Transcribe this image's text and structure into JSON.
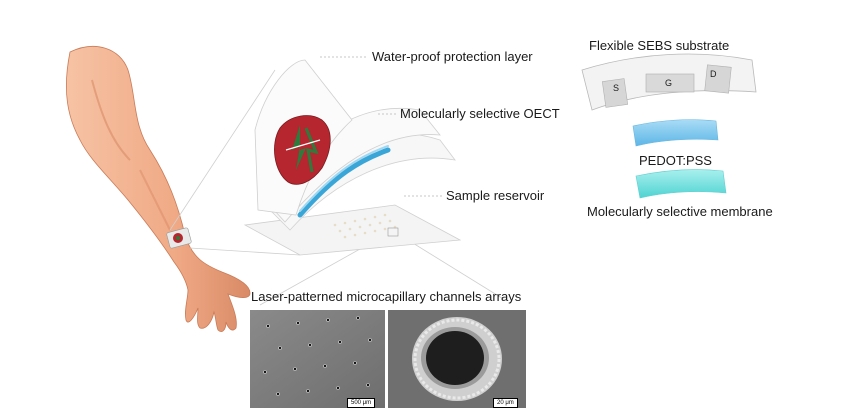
{
  "labels": {
    "waterproof": "Water-proof protection layer",
    "oect": "Molecularly selective OECT",
    "reservoir": "Sample reservoir",
    "microcapillary": "Laser-patterned microcapillary channels arrays",
    "substrate": "Flexible SEBS substrate",
    "pedot": "PEDOT:PSS",
    "membrane": "Molecularly selective membrane"
  },
  "electrodes": {
    "source": "S",
    "gate": "G",
    "drain": "D"
  },
  "scale_bars": {
    "left": "500 μm",
    "right": "20 μm"
  },
  "colors": {
    "skin": "#f2b08e",
    "skin_shadow": "#d98a66",
    "pedot": "#7cc8ee",
    "membrane": "#6fe0df",
    "reservoir": "#3aa6d8",
    "logo_red": "#b5262e",
    "logo_green": "#2f7a3c"
  }
}
